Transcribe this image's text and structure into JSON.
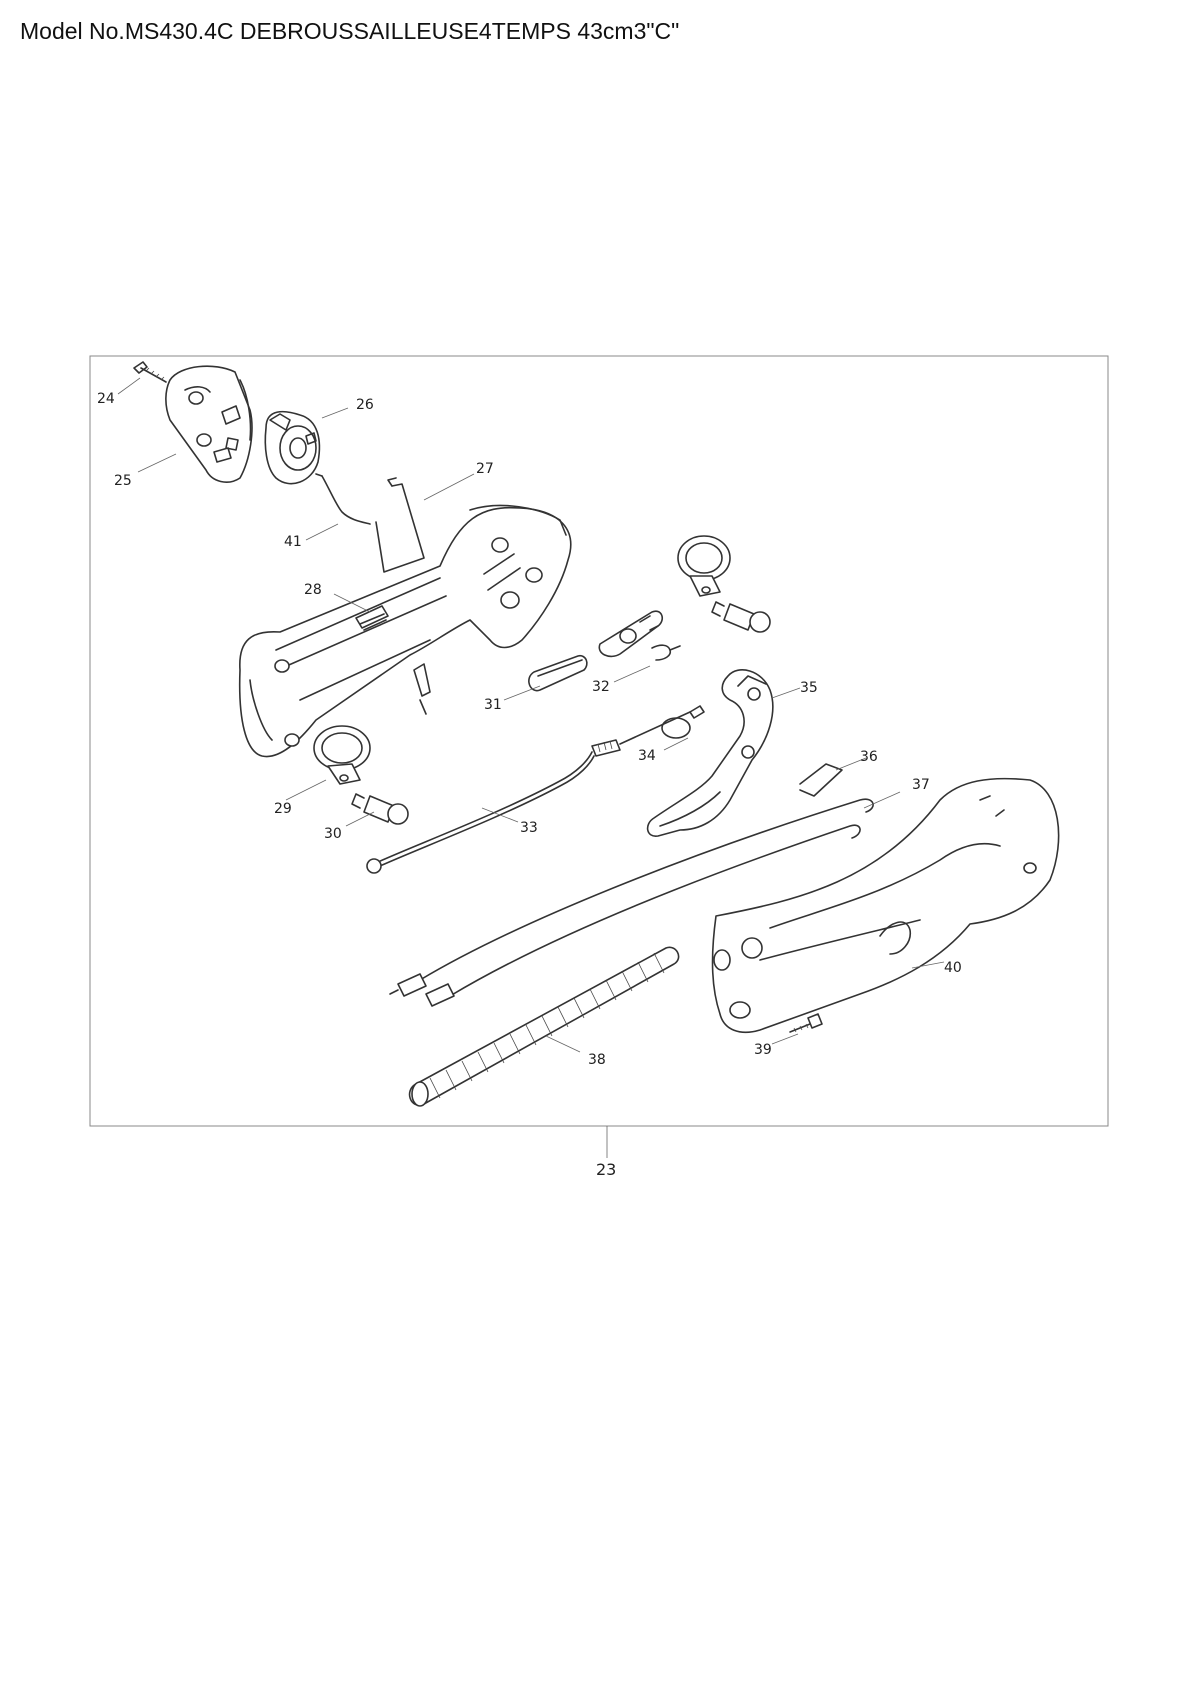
{
  "header": {
    "title": "Model No.MS430.4C DEBROUSSAILLEUSE4TEMPS 43cm3\"C\""
  },
  "diagram": {
    "assembly_label": "23",
    "parts": [
      {
        "id": "24",
        "label": "24",
        "icon": "screw-icon"
      },
      {
        "id": "25",
        "label": "25",
        "icon": "cover-plate-icon"
      },
      {
        "id": "26",
        "label": "26",
        "icon": "switch-knob-icon"
      },
      {
        "id": "27",
        "label": "27",
        "icon": "wire-spring-icon"
      },
      {
        "id": "41",
        "label": "41",
        "icon": "spring-wire-icon"
      },
      {
        "id": "28",
        "label": "28",
        "icon": "handle-half-icon"
      },
      {
        "id": "29",
        "label": "29",
        "icon": "clamp-icon"
      },
      {
        "id": "30",
        "label": "30",
        "icon": "bolt-icon"
      },
      {
        "id": "31",
        "label": "31",
        "icon": "lever-icon"
      },
      {
        "id": "32",
        "label": "32",
        "icon": "pin-icon"
      },
      {
        "id": "33",
        "label": "33",
        "icon": "throttle-cable-icon"
      },
      {
        "id": "34",
        "label": "34",
        "icon": "cable-end-icon"
      },
      {
        "id": "35",
        "label": "35",
        "icon": "trigger-icon"
      },
      {
        "id": "36",
        "label": "36",
        "icon": "spring-icon"
      },
      {
        "id": "37",
        "label": "37",
        "icon": "stop-wire-icon"
      },
      {
        "id": "38",
        "label": "38",
        "icon": "corrugated-tube-icon"
      },
      {
        "id": "39",
        "label": "39",
        "icon": "screw-icon"
      },
      {
        "id": "40",
        "label": "40",
        "icon": "grip-housing-icon"
      }
    ]
  }
}
